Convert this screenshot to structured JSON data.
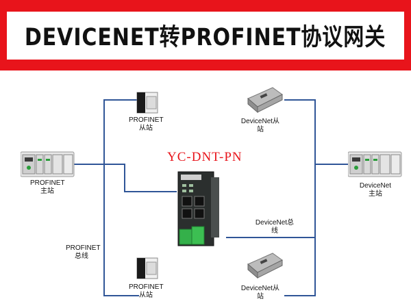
{
  "header": {
    "title": "DEVICENET转PROFINET协议网关",
    "colors": {
      "band": "#e8141b",
      "box": "#ffffff"
    }
  },
  "gateway": {
    "model": "YC-DNT-PN",
    "model_color": "#e8141b"
  },
  "nodes": {
    "profinet_master": {
      "line1": "PROFINET",
      "line2": "主站"
    },
    "profinet_slave_top": {
      "line1": "PROFINET",
      "line2": "从站"
    },
    "profinet_slave_bottom": {
      "line1": "PROFINET",
      "line2": "从站"
    },
    "profinet_bus": {
      "line1": "PROFINET",
      "line2": "总线"
    },
    "devicenet_slave_top": {
      "line1": "DeviceNet从",
      "line2": "站"
    },
    "devicenet_slave_bottom": {
      "line1": "DeviceNet从",
      "line2": "站"
    },
    "devicenet_master": {
      "line1": "DeviceNet",
      "line2": "主站"
    },
    "devicenet_bus": {
      "line1": "DeviceNet总",
      "line2": "线"
    }
  },
  "line_color": "#2f5597"
}
